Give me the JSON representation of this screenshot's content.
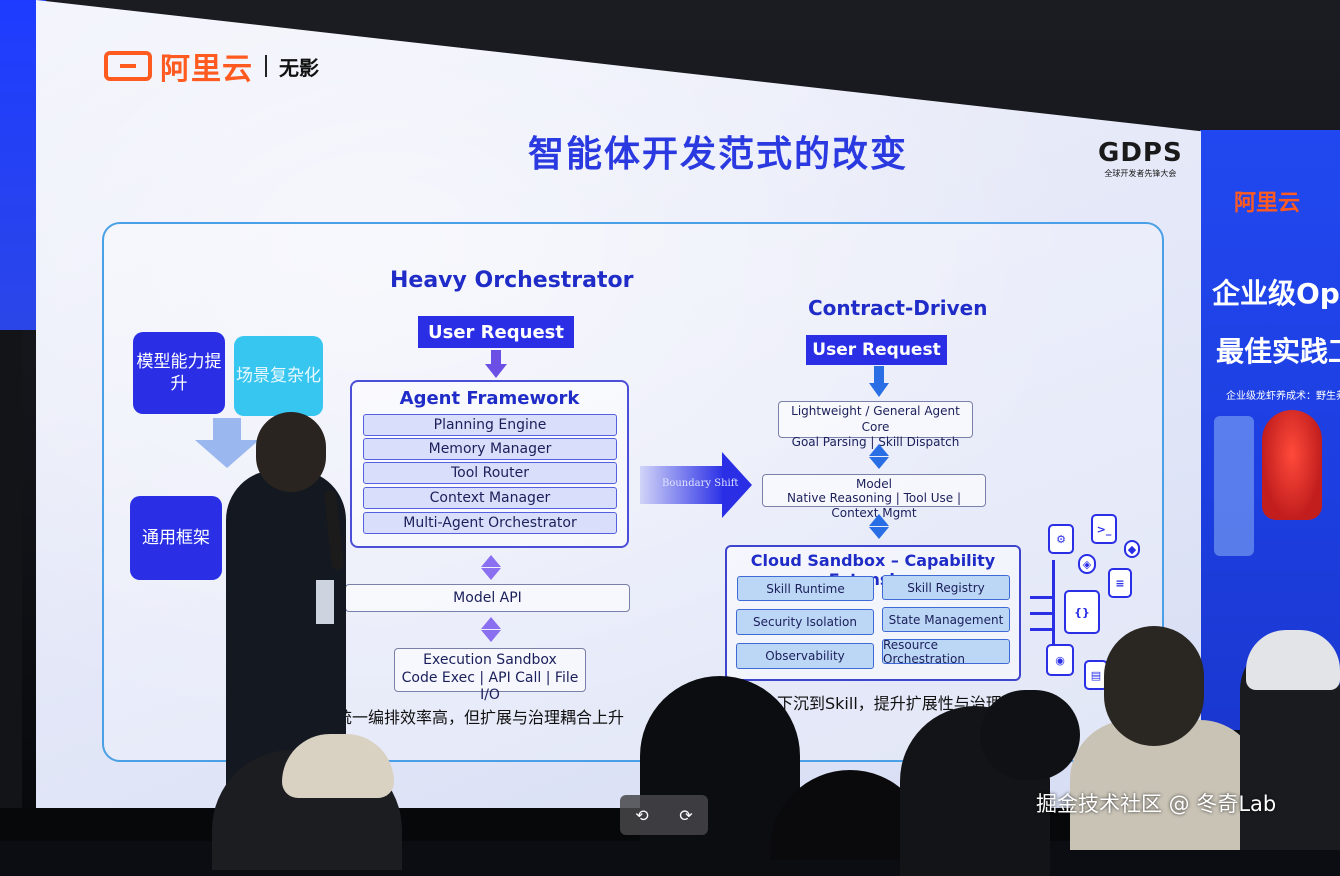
{
  "slide": {
    "brand": {
      "name": "阿里云",
      "product": "无影"
    },
    "title": "智能体开发范式的改变",
    "event_logo": {
      "mark": "GDPS",
      "subtitle": "全球开发者先锋大会"
    },
    "left_blocks": {
      "top_left": "模型能力提升",
      "top_right": "场景复杂化",
      "bottom_left": "通用框架"
    },
    "heavy": {
      "title": "Heavy Orchestrator",
      "request": "User Request",
      "framework_title": "Agent Framework",
      "components": [
        "Planning Engine",
        "Memory Manager",
        "Tool Router",
        "Context Manager",
        "Multi-Agent Orchestrator"
      ],
      "model_api": "Model API",
      "sandbox_line1": "Execution Sandbox",
      "sandbox_line2": "Code Exec | API Call | File I/O",
      "caption": "统一编排效率高，但扩展与治理耦合上升"
    },
    "shift_label": "Boundary Shift",
    "contract": {
      "title": "Contract-Driven",
      "request": "User Request",
      "core_line1": "Lightweight / General Agent Core",
      "core_line2": "Goal Parsing | Skill Dispatch",
      "model_line1": "Model",
      "model_line2": "Native Reasoning | Tool Use | Context Mgmt",
      "cloud_title": "Cloud Sandbox – Capability Extension",
      "cloud_items": [
        "Skill Runtime",
        "Skill Registry",
        "Security Isolation",
        "State Management",
        "Observability",
        "Resource Orchestration"
      ],
      "caption": "能力下沉到Skill，提升扩展性与治理可控性"
    }
  },
  "side_screen": {
    "logo": "阿里云",
    "title_1": "企业级OpenC",
    "title_2": "最佳实践工",
    "subtitle": "企业级龙虾养成术：野生养虾 → 企"
  },
  "viewer": {
    "rotate_left_icon": "rotate-left-icon",
    "rotate_right_icon": "rotate-right-icon"
  },
  "watermark": "掘金技术社区 @ 冬奇Lab"
}
